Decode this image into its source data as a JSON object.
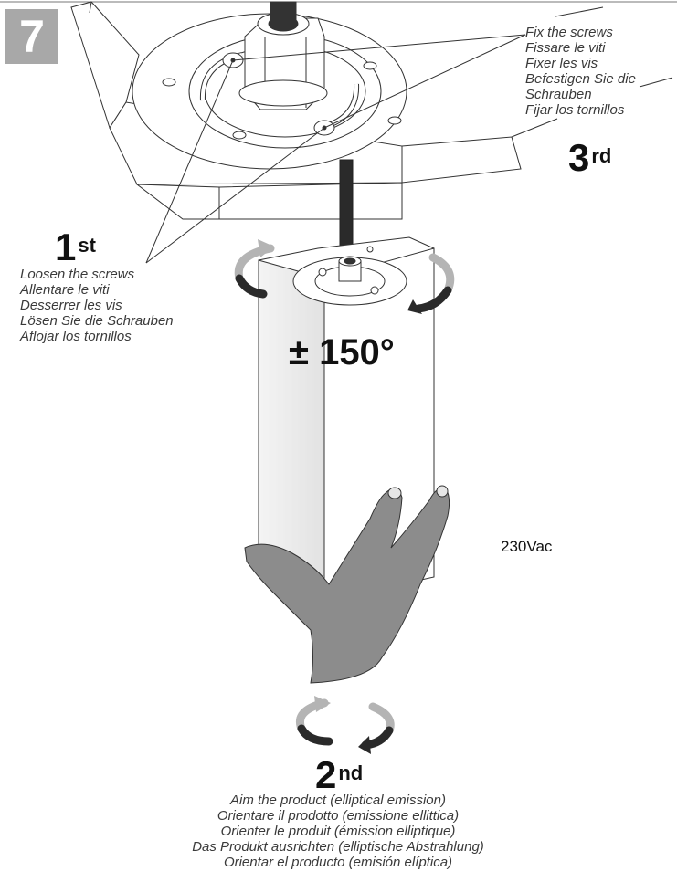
{
  "step_badge": "7",
  "step1": {
    "number": "1",
    "suffix": "st",
    "lines": [
      "Loosen the screws",
      "Allentare le viti",
      "Desserrer les vis",
      "Lösen Sie die Schrauben",
      "Aflojar los tornillos"
    ]
  },
  "step2": {
    "number": "2",
    "suffix": "nd",
    "lines": [
      "Aim the product (elliptical emission)",
      "Orientare il prodotto (emissione ellittica)",
      "Orienter le produit (émission elliptique)",
      "Das Produkt ausrichten (elliptische Abstrahlung)",
      "Orientar el producto (emisión elíptica)"
    ]
  },
  "step3": {
    "number": "3",
    "suffix": "rd",
    "lines": [
      "Fix the screws",
      "Fissare le viti",
      "Fixer les vis",
      "Befestigen Sie die",
      "Schrauben",
      "Fijar los tornillos"
    ]
  },
  "rotation_angle": "± 150°",
  "voltage": "230Vac",
  "colors": {
    "badge": "#a8a8a8",
    "hand": "#8c8c8c",
    "arrow_dark": "#2a2a2a",
    "arrow_light": "#b4b4b4"
  }
}
